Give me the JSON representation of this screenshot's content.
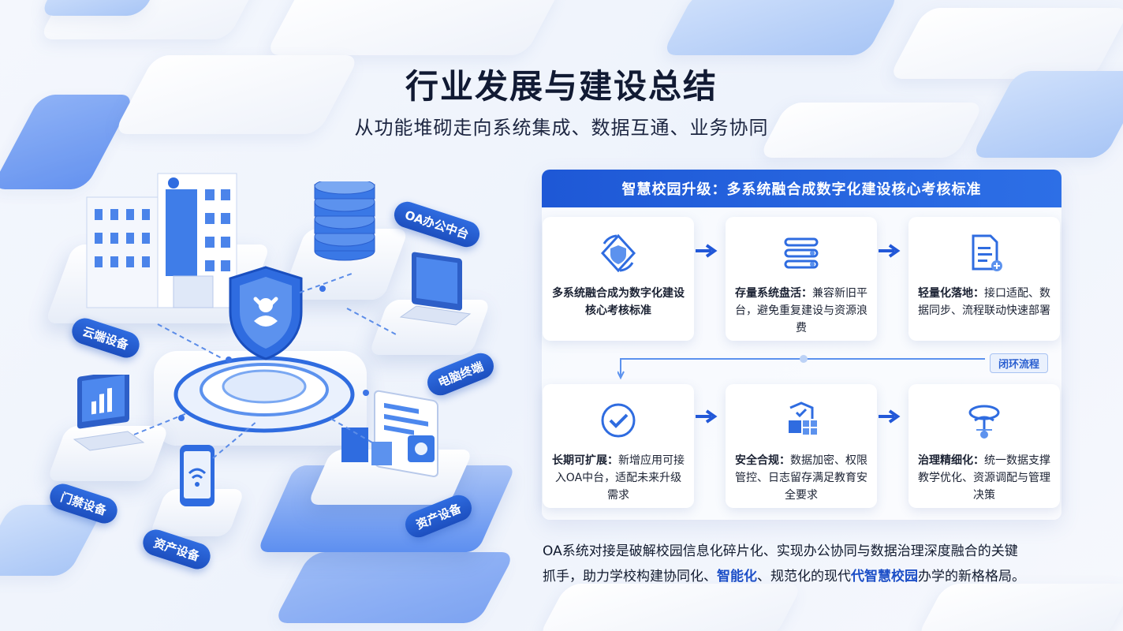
{
  "title": "行业发展与建设总结",
  "subtitle": "从功能堆砌走向系统集成、数据互通、业务协同",
  "illustration": {
    "tags": {
      "cloud": "云端设备",
      "oa": "OA办公中台",
      "terminal": "电脑终端",
      "door": "门禁设备",
      "asset1": "资产设备",
      "asset2": "资产设备"
    }
  },
  "panel": {
    "header": "智慧校园升级：多系统融合成数字化建设核心考核标准",
    "loop_tag": "闭环流程",
    "cards": [
      {
        "icon": "recycle-shield-icon",
        "bold": "",
        "text": "多系统融合成为数字化建设核心考核标准"
      },
      {
        "icon": "server-stack-icon",
        "bold": "存量系统盘活：",
        "text": "兼容新旧平台，避免重复建设与资源浪费"
      },
      {
        "icon": "document-plus-icon",
        "bold": "轻量化落地：",
        "text": "接口适配、数据同步、流程联动快速部署"
      },
      {
        "icon": "check-circle-icon",
        "bold": "长期可扩展：",
        "text": "新增应用可接入OA中台，适配未来升级需求"
      },
      {
        "icon": "secure-data-icon",
        "bold": "安全合规：",
        "text": "数据加密、权限管控、日志留存满足教育安全要求"
      },
      {
        "icon": "governance-icon",
        "bold": "治理精细化：",
        "text": "统一数据支撑教学优化、资源调配与管理决策"
      }
    ]
  },
  "summary": {
    "part1": "OA系统对接是破解校园信息化碎片化、实现办公协同与数据治理深度融合的关键",
    "part2": "抓手，助力学校构建协同化、",
    "hl1": "智能化",
    "part3": "、规范化的现代",
    "hl2": "代智慧校园",
    "part4": "办学的新格格局。"
  },
  "colors": {
    "primary": "#1e58d6",
    "accent": "#2d6fe6",
    "text": "#111a33"
  }
}
